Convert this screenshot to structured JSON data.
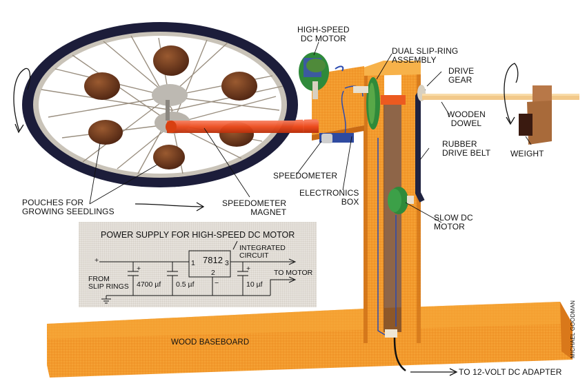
{
  "figure": {
    "type": "labeled apparatus illustration",
    "subject": "Rotating bicycle-wheel seedling growth apparatus"
  },
  "labels": {
    "high_speed_motor": "HIGH-SPEED\nDC MOTOR",
    "slip_ring": "DUAL SLIP-RING\nASSEMBLY",
    "drive_gear": "DRIVE\nGEAR",
    "wooden_dowel": "WOODEN\nDOWEL",
    "rubber_belt": "RUBBER\nDRIVE BELT",
    "weight": "WEIGHT",
    "speedometer": "SPEEDOMETER",
    "electronics_box": "ELECTRONICS\nBOX",
    "pouches": "POUCHES FOR\nGROWING SEEDLINGS",
    "speedometer_magnet": "SPEEDOMETER\nMAGNET",
    "slow_motor": "SLOW DC\nMOTOR",
    "baseboard": "WOOD BASEBOARD",
    "adapter": "TO 12-VOLT DC ADAPTER",
    "credit": "MICHAEL GOODMAN"
  },
  "schematic": {
    "title": "POWER SUPPLY FOR HIGH-SPEED DC MOTOR",
    "ic_label": "INTEGRATED\nCIRCUIT",
    "ic_part": "7812",
    "pin1": "1",
    "pin2": "2",
    "pin3": "3",
    "plus": "+",
    "minus": "−",
    "input_label": "FROM\nSLIP RINGS",
    "output_label": "TO MOTOR",
    "capacitors": [
      {
        "value": "4700 µf",
        "polarized": true
      },
      {
        "value": "0.5 µf",
        "polarized": false
      },
      {
        "value": "10 µf",
        "polarized": true
      }
    ]
  },
  "colors": {
    "wood": "#f39a2c",
    "wood_dark": "#c86a14",
    "tire": "#1c1d3a",
    "rim": "#c9c3b8",
    "pouch": "#6e3a1e",
    "axle_tube": "#ec4a1c",
    "motor_green": "#2f8a3a",
    "motor_blue": "#3c5aa0",
    "belt": "#1f2340",
    "dowel": "#f2c98a",
    "schematic_bg": "#e6e2dc"
  }
}
